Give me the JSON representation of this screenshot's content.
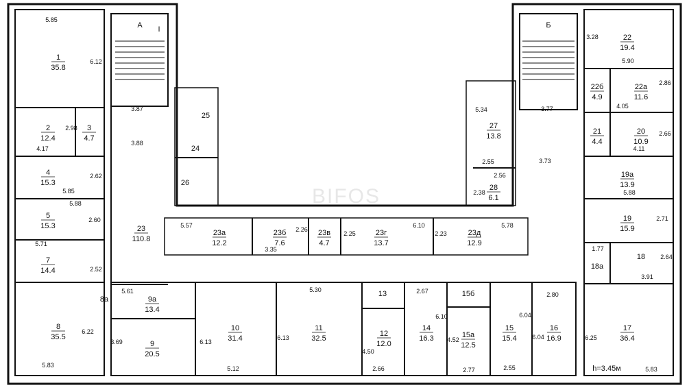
{
  "watermark": "BIFOS",
  "stairs": [
    {
      "label": "А",
      "mark": "I"
    },
    {
      "label": "Б",
      "mark": ""
    }
  ],
  "rooms": [
    {
      "id": "1",
      "area": "35.8"
    },
    {
      "id": "2",
      "area": "12.4"
    },
    {
      "id": "3",
      "area": "4.7"
    },
    {
      "id": "4",
      "area": "15.3"
    },
    {
      "id": "5",
      "area": "15.3"
    },
    {
      "id": "7",
      "area": "14.4"
    },
    {
      "id": "8",
      "area": "35.5"
    },
    {
      "id": "8а",
      "area": ""
    },
    {
      "id": "9а",
      "area": "13.4"
    },
    {
      "id": "9",
      "area": "20.5"
    },
    {
      "id": "10",
      "area": "31.4"
    },
    {
      "id": "11",
      "area": "32.5"
    },
    {
      "id": "12",
      "area": "12.0"
    },
    {
      "id": "13",
      "area": ""
    },
    {
      "id": "14",
      "area": "16.3"
    },
    {
      "id": "15б",
      "area": ""
    },
    {
      "id": "15а",
      "area": "12.5"
    },
    {
      "id": "15",
      "area": "15.4"
    },
    {
      "id": "16",
      "area": "16.9"
    },
    {
      "id": "17",
      "area": "36.4"
    },
    {
      "id": "18",
      "area": ""
    },
    {
      "id": "18а",
      "area": ""
    },
    {
      "id": "19",
      "area": "15.9"
    },
    {
      "id": "19а",
      "area": "13.9"
    },
    {
      "id": "20",
      "area": "10.9"
    },
    {
      "id": "21",
      "area": "4.4"
    },
    {
      "id": "22б",
      "area": "4.9"
    },
    {
      "id": "22а",
      "area": "11.6"
    },
    {
      "id": "22",
      "area": "19.4"
    },
    {
      "id": "23",
      "area": "110.8"
    },
    {
      "id": "23а",
      "area": "12.2"
    },
    {
      "id": "23б",
      "area": "7.6"
    },
    {
      "id": "23в",
      "area": "4.7"
    },
    {
      "id": "23г",
      "area": "13.7"
    },
    {
      "id": "23д",
      "area": "12.9"
    },
    {
      "id": "24",
      "area": ""
    },
    {
      "id": "25",
      "area": ""
    },
    {
      "id": "26",
      "area": ""
    },
    {
      "id": "27",
      "area": "13.8"
    },
    {
      "id": "28",
      "area": "6.1"
    }
  ],
  "dimensions": [
    "5.85",
    "6.12",
    "3.87",
    "3.88",
    "2.98",
    "4.17",
    "2.62",
    "5.85",
    "5.88",
    "2.60",
    "5.71",
    "2.52",
    "5.61",
    "3.69",
    "6.22",
    "5.83",
    "6.13",
    "5.12",
    "5.30",
    "6.13",
    "4.50",
    "2.66",
    "2.67",
    "6.10",
    "4.52",
    "2.77",
    "6.04",
    "2.55",
    "6.04",
    "2.80",
    "6.25",
    "5.83",
    "3.28",
    "5.90",
    "2.86",
    "4.05",
    "2.66",
    "4.11",
    "5.88",
    "2.71",
    "1.77",
    "2.64",
    "3.91",
    "3.77",
    "3.73",
    "5.34",
    "2.55",
    "2.56",
    "2.38",
    "5.57",
    "2.26",
    "3.35",
    "2.25",
    "6.10",
    "2.23",
    "5.78"
  ],
  "height_note": "h=3.45м"
}
